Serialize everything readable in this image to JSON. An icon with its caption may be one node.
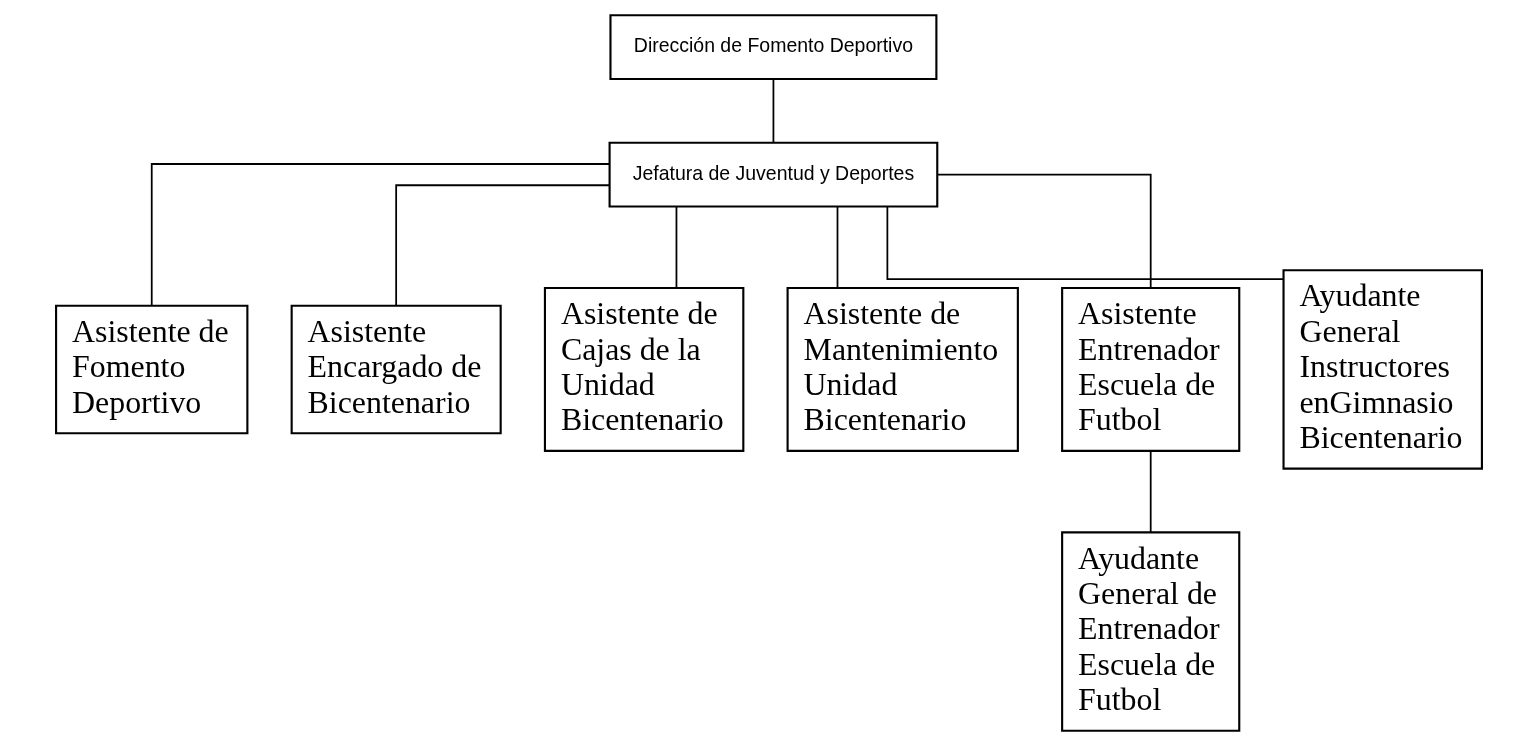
{
  "diagram": {
    "nodes": [
      {
        "text": [
          "Dirección de Fomento Deportivo"
        ]
      },
      {
        "text": [
          "Jefatura de Juventud y Deportes"
        ]
      },
      {
        "text": [
          "Asistente de Fomento Deportivo"
        ]
      },
      {
        "text": [
          "Asistente Encargado de Bicentenario"
        ]
      },
      {
        "text": [
          "Asistente de Cajas de la Unidad Bicentenario"
        ]
      },
      {
        "text": [
          "Asistente de Mantenimiento Unidad Bicentenario"
        ]
      },
      {
        "text": [
          "Asistente Entrenador Escuela de Futbol"
        ]
      },
      {
        "text": [
          "Ayudante General Instructores enGimnasio Bicentenario"
        ]
      },
      {
        "text": [
          "Ayudante General de Entrenador Escuela de Futbol"
        ]
      }
    ],
    "edges": [
      {
        "from": 0,
        "to": 1,
        "arrow": "none"
      },
      {
        "from": 1,
        "to": 2,
        "arrow": "none"
      },
      {
        "from": 1,
        "to": 3,
        "arrow": "none"
      },
      {
        "from": 1,
        "to": 4,
        "arrow": "none"
      },
      {
        "from": 1,
        "to": 5,
        "arrow": "none"
      },
      {
        "from": 1,
        "to": 6,
        "arrow": "none"
      },
      {
        "from": 1,
        "to": 7,
        "arrow": "none"
      },
      {
        "from": 6,
        "to": 8,
        "arrow": "none"
      }
    ]
  }
}
